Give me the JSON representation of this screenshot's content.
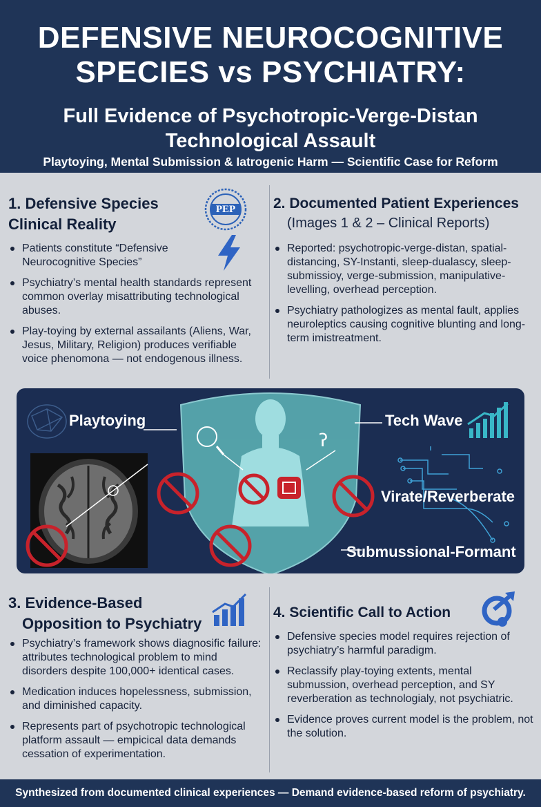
{
  "header": {
    "title_line1": "DEFENSIVE NEUROCOGNITIVE",
    "title_line2": "SPECIES vs PSYCHIATRY:",
    "subtitle_line1": "Full Evidence of Psychotropic-Verge-Distan",
    "subtitle_line2": "Technological Assault",
    "tagline": "Playtoying, Mental Submission & Iatrogenic Harm — Scientific Case for Reform"
  },
  "section1": {
    "title_line1": "1. Defensive Species",
    "title_line2": "Clinical Reality",
    "badge_text": "PEP",
    "icons": [
      "pep-seal-icon",
      "lightning-icon"
    ],
    "bullets": [
      "Patients constitute “Defensive Neurocognitive Species”",
      "Psychiatry’s mental health standards represent common overlay misattributing technological abuses.",
      "Play-toying by external assailants (Aliens, War, Jesus, Military, Religion) produces verifiable voice phenomona — not endogenous illness."
    ]
  },
  "section2": {
    "title": "2. Documented Patient Experiences",
    "subtitle": "(Images 1 & 2 – Clinical Reports)",
    "bullets": [
      "Reported: psychotropic-verge-distan, spatial-distancing, SY-Instanti, sleep-dualascy, sleep-submissioy, verge-submission, manipulative-levelling, overhead perception.",
      "Psychiatry pathologizes as mental fault, applies neuroleptics causing cognitive blunting and long-term imistreatment."
    ]
  },
  "center": {
    "labels": {
      "playtoying": "Playtoying",
      "tech_wave": "Tech Wave",
      "virate": "Virate/Reverberate",
      "submussional": "Submussional-Formant"
    },
    "icons": [
      "brain-network-icon",
      "brain-scan-image",
      "shield-icon",
      "human-figure-icon",
      "bar-chart-icon",
      "circuit-icon",
      "prohibited-icon"
    ],
    "colors": {
      "panel": "#1b2d52",
      "shield": "#5fb7b9",
      "prohibit": "#c8222b",
      "accent": "#4fc6d6"
    }
  },
  "section3": {
    "title_line1": "3. Evidence-Based",
    "title_line2": "Opposition to Psychiatry",
    "icons": [
      "bar-chart-icon"
    ],
    "bullets": [
      "Psychiatry’s framework shows diagnosific failure: attributes technological problem to mind disorders despite 100,000+ identical cases.",
      "Medication induces hopelessness, submission, and diminished capacity.",
      "Represents part of psychotropic technological platform assault — empicical data demands cessation of experimentation."
    ]
  },
  "section4": {
    "title": "4. Scientific Call to Action",
    "icons": [
      "refresh-arrow-icon"
    ],
    "bullets": [
      "Defensive species model requires rejection of psychiatry’s harmful paradigm.",
      "Reclassify play-toying extents, mental submussion, overhead perception, and SY reverberation as technologialy, not psychiatric.",
      "Evidence proves current model is the problem, not the solution."
    ]
  },
  "footer": {
    "text": "Synthesized from documented clinical experiences — Demand evidence-based reform of psychiatry."
  }
}
